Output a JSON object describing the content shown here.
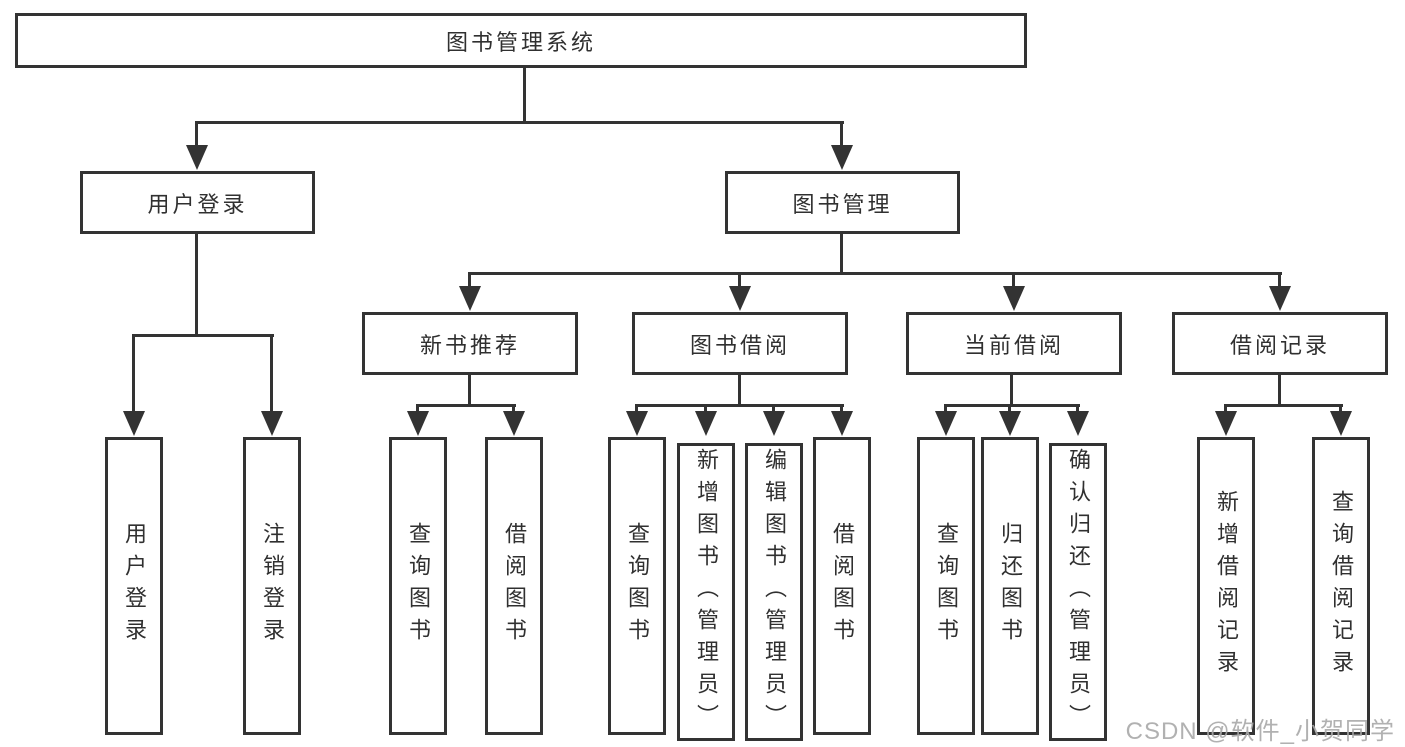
{
  "diagram": {
    "title": "图书管理系统",
    "type": "functional-structure-tree"
  },
  "tree": {
    "label": "图书管理系统",
    "children": [
      {
        "label": "用户登录",
        "children": [
          {
            "label": "用户登录"
          },
          {
            "label": "注销登录"
          }
        ]
      },
      {
        "label": "图书管理",
        "children": [
          {
            "label": "新书推荐",
            "children": [
              {
                "label": "查询图书"
              },
              {
                "label": "借阅图书"
              }
            ]
          },
          {
            "label": "图书借阅",
            "children": [
              {
                "label": "查询图书"
              },
              {
                "label": "新增图书（管理员）"
              },
              {
                "label": "编辑图书（管理员）"
              },
              {
                "label": "借阅图书"
              }
            ]
          },
          {
            "label": "当前借阅",
            "children": [
              {
                "label": "查询图书"
              },
              {
                "label": "归还图书"
              },
              {
                "label": "确认归还（管理员）"
              }
            ]
          },
          {
            "label": "借阅记录",
            "children": [
              {
                "label": "新增借阅记录"
              },
              {
                "label": "查询借阅记录"
              }
            ]
          }
        ]
      }
    ]
  },
  "watermark": {
    "text": "CSDN @软件_小贺同学",
    "color": "#a9a9a9"
  },
  "colors": {
    "line": "#333333",
    "text": "#303030",
    "background": "#ffffff"
  }
}
